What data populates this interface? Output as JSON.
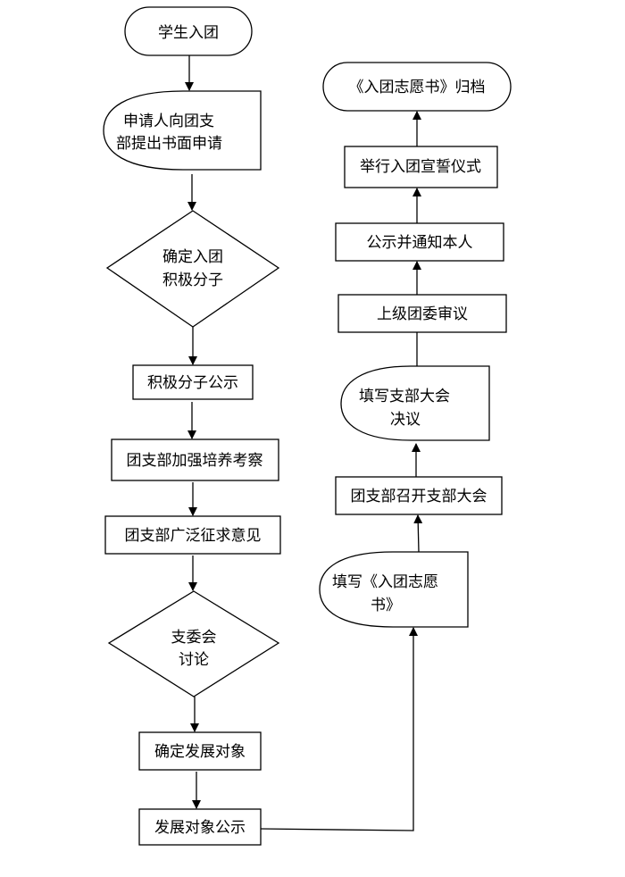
{
  "title": "学生入团流程",
  "nodes": {
    "start": "学生入团",
    "apply_1": "申请人向团支",
    "apply_2": "部提出书面申请",
    "confirm_1": "确定入团",
    "confirm_2": "积极分子",
    "activist_notice": "积极分子公示",
    "training": "团支部加强培养考察",
    "opinions": "团支部广泛征求意见",
    "committee_1": "支委会",
    "committee_2": "讨论",
    "confirm_target": "确定发展对象",
    "target_notice": "发展对象公示",
    "fill_form_1": "填写《入团志愿",
    "fill_form_2": "书》",
    "meeting": "团支部召开支部大会",
    "resolution_1": "填写支部大会",
    "resolution_2": "决议",
    "review": "上级团委审议",
    "notify": "公示并通知本人",
    "oath": "举行入团宣誓仪式",
    "archive": "《入团志愿书》归档"
  }
}
